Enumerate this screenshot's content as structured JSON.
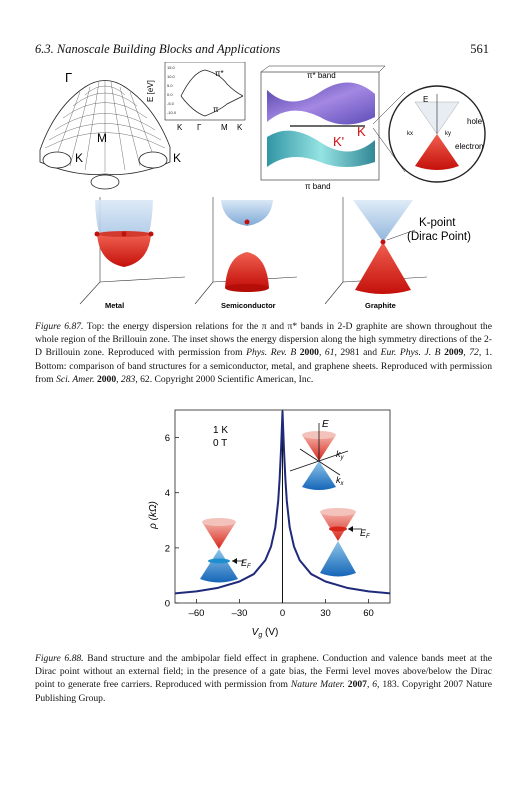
{
  "header": {
    "section": "6.3. Nanoscale Building Blocks and Applications",
    "page_number": "561"
  },
  "figure_687": {
    "top_left": {
      "labels": [
        "Γ",
        "K",
        "M",
        "K"
      ],
      "inset_axis_label": "E [eV]",
      "inset_ticks": [
        "15.0",
        "10.0",
        "5.0",
        "0.0",
        "-5.0",
        "-10.0"
      ],
      "inset_band_labels": [
        "π*",
        "π"
      ],
      "inset_x_ticks": [
        "K",
        "Γ",
        "M",
        "K"
      ]
    },
    "top_middle": {
      "top_label": "π* band",
      "bottom_label": "π band",
      "point_labels": [
        "K",
        "K'"
      ]
    },
    "top_right": {
      "labels": [
        "E",
        "hole",
        "electron",
        "kx",
        "ky"
      ]
    },
    "bottom": {
      "panel_labels": [
        "Metal",
        "Semiconductor",
        "Graphite"
      ],
      "callout": [
        "K-point",
        "(Dirac Point)"
      ]
    },
    "caption": {
      "label": "Figure 6.87.",
      "text_1": " Top: the energy dispersion relations for the π and π* bands in 2-D graphite are shown throughout the whole region of the Brillouin zone. The inset shows the energy dispersion along the high symmetry directions of the 2-D Brillouin zone. Reproduced with permission from ",
      "ref_1_journal": "Phys. Rev. B",
      "ref_1_year": "2000",
      "ref_1_vol": "61",
      "ref_1_rest": ", 2981 and ",
      "ref_2_journal": "Eur. Phys. J. B",
      "ref_2_year": "2009",
      "ref_2_vol": "72",
      "ref_2_rest": ", 1. Bottom: comparison of band structures for a semiconductor, metal, and graphene sheets. Reproduced with permission from ",
      "ref_3_journal": "Sci. Amer.",
      "ref_3_year": "2000",
      "ref_3_vol": "283",
      "ref_3_rest": ", 62. Copyright 2000 Scientific American, Inc."
    }
  },
  "figure_688": {
    "legend_lines": [
      "1 K",
      "0 T"
    ],
    "inset_labels": {
      "E": "E",
      "ky": "k",
      "ky_sub": "y",
      "kx": "k",
      "kx_sub": "x"
    },
    "fermi_label": "E",
    "fermi_sub": "F",
    "caption": {
      "label": "Figure 6.88.",
      "text_1": " Band structure and the ambipolar field effect in graphene. Conduction and valence bands meet at the Dirac point without an external field; in the presence of a gate bias, the Fermi level moves above/below the Dirac point to generate free carriers. Reproduced with permission from ",
      "ref_journal": "Nature Mater.",
      "ref_year": "2007",
      "ref_vol": "6",
      "ref_rest": ", 183. Copyright 2007 Nature Publishing Group."
    }
  },
  "chart_data": {
    "type": "line",
    "xlabel": "V",
    "xlabel_sub": "g",
    "xlabel_unit": " (V)",
    "ylabel": "ρ (kΩ)",
    "xlim": [
      -75,
      75
    ],
    "ylim": [
      0,
      7
    ],
    "x_ticks": [
      -60,
      -30,
      0,
      30,
      60
    ],
    "x_tick_labels": [
      "–60",
      "–30",
      "0",
      "30",
      "60"
    ],
    "y_ticks": [
      0,
      2,
      4,
      6
    ],
    "y_tick_labels": [
      "0",
      "2",
      "4",
      "6"
    ],
    "series": [
      {
        "color": "#1f2a7a",
        "x": [
          -75,
          -60,
          -45,
          -30,
          -20,
          -12,
          -8,
          -5,
          -3,
          -2,
          -1,
          0,
          1,
          2,
          3,
          5,
          8,
          12,
          20,
          30,
          45,
          60,
          75
        ],
        "y": [
          0.35,
          0.42,
          0.55,
          0.78,
          1.05,
          1.55,
          2.05,
          2.75,
          3.7,
          4.5,
          5.6,
          6.95,
          5.6,
          4.5,
          3.7,
          2.75,
          2.05,
          1.55,
          1.05,
          0.78,
          0.55,
          0.42,
          0.35
        ]
      }
    ]
  }
}
